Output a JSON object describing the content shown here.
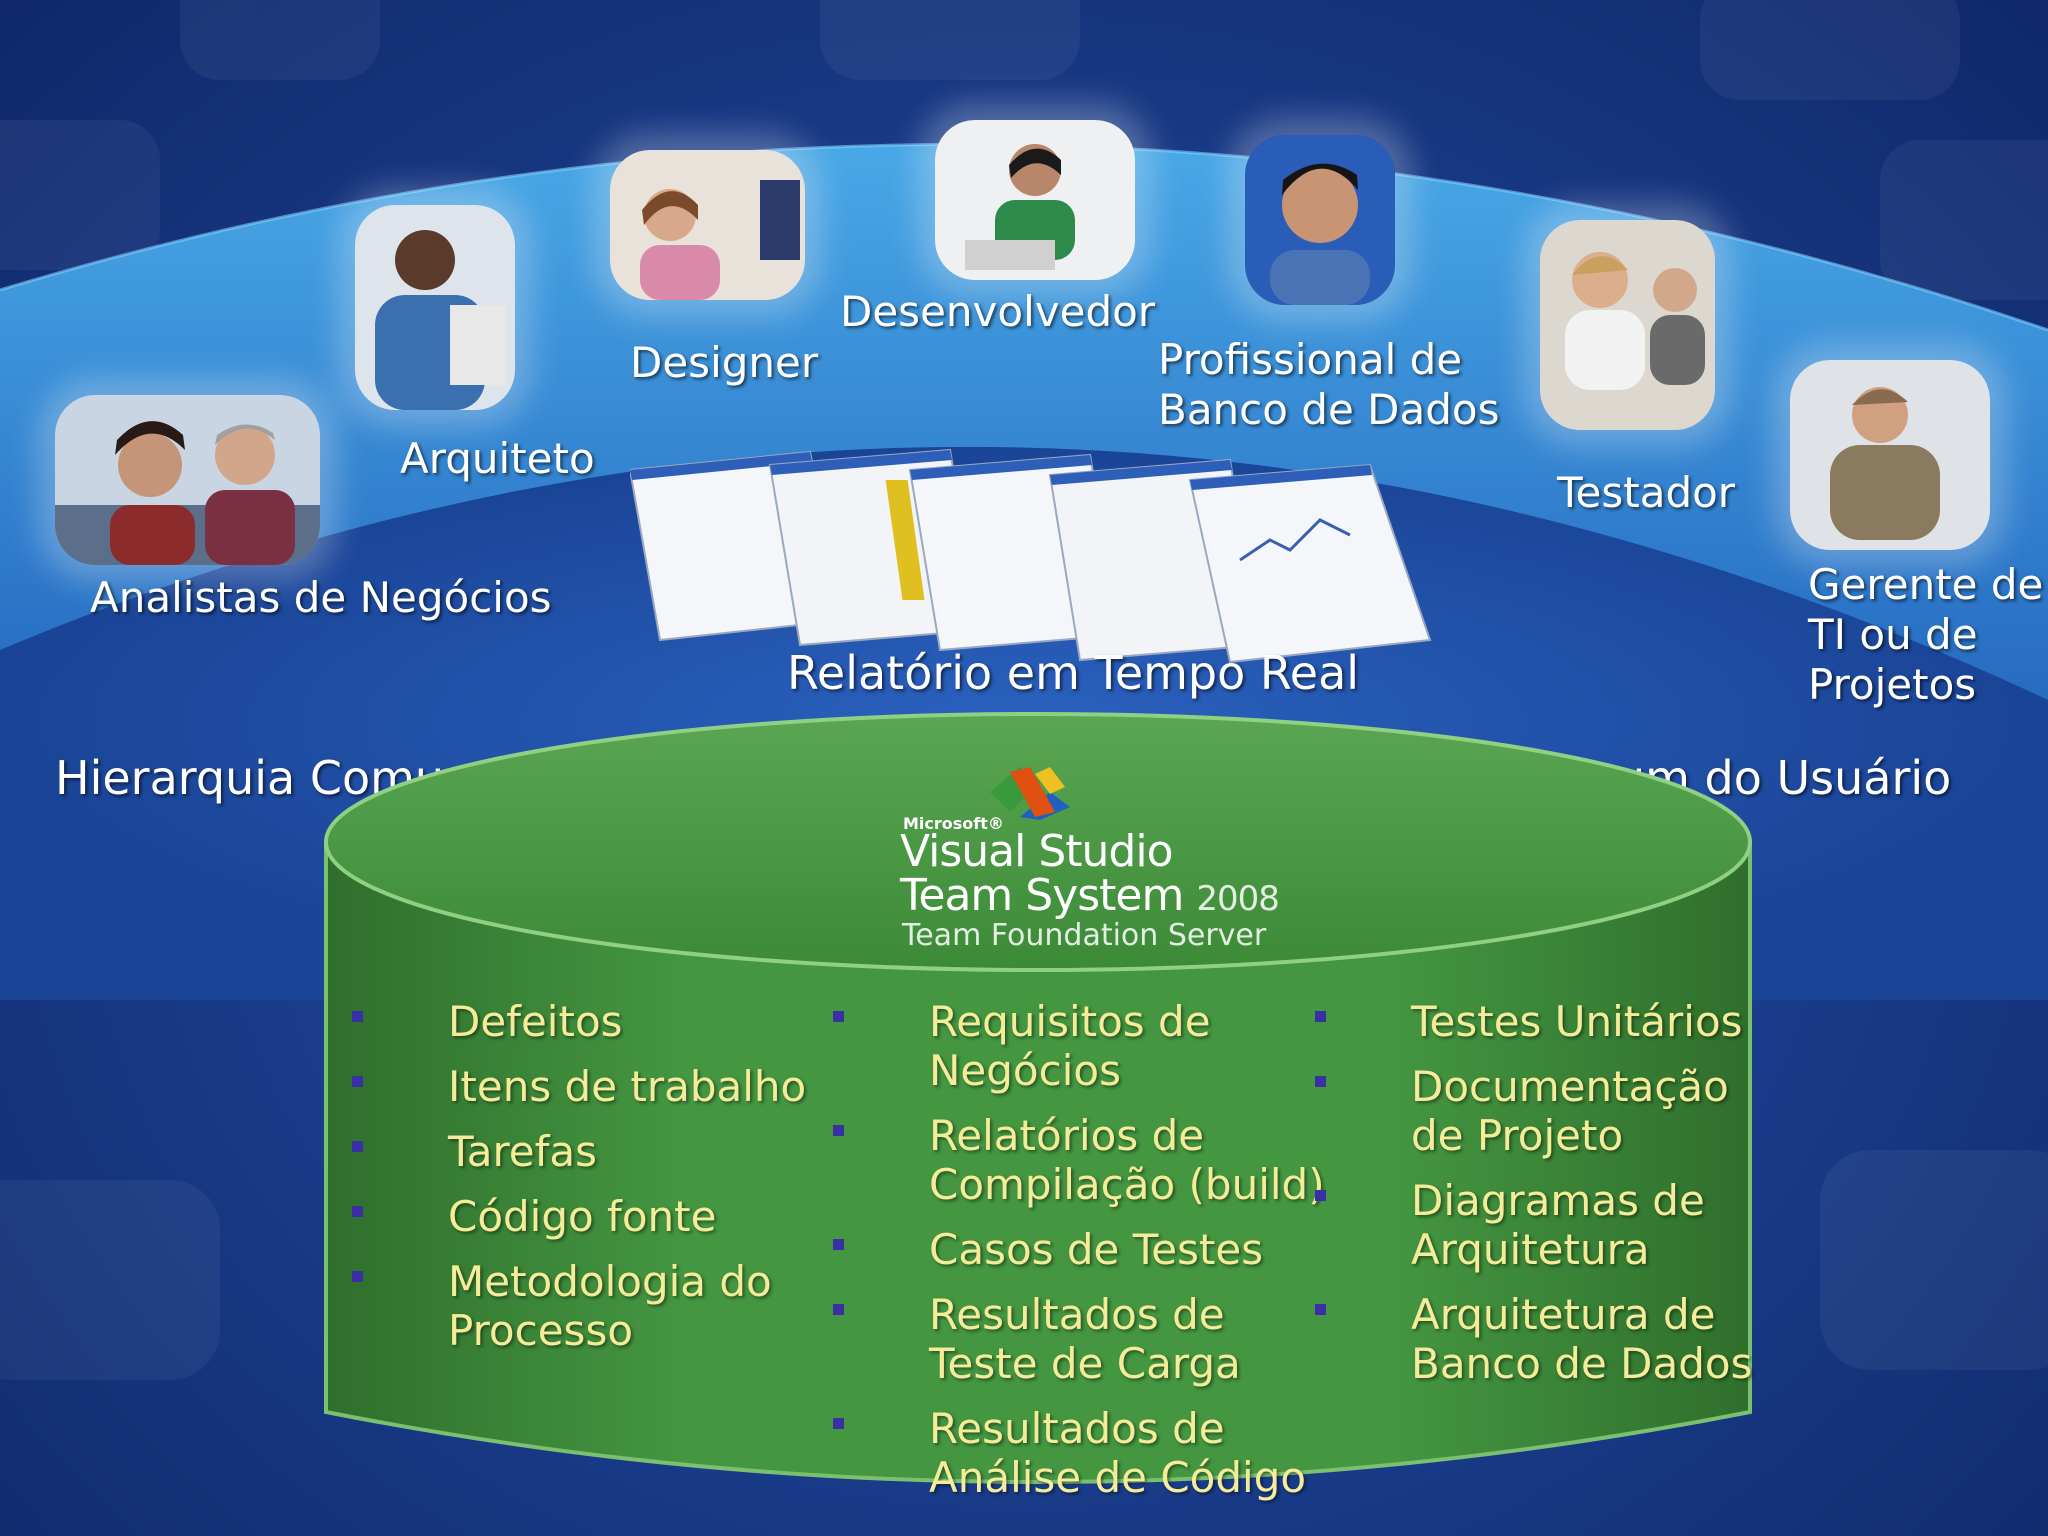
{
  "roles": [
    {
      "id": "analistas",
      "label": "Analistas de Negócios"
    },
    {
      "id": "arquiteto",
      "label": "Arquiteto"
    },
    {
      "id": "designer",
      "label": "Designer"
    },
    {
      "id": "desenvolvedor",
      "label": "Desenvolvedor"
    },
    {
      "id": "profissional",
      "label": [
        "Profissional de",
        "Banco de Dados"
      ]
    },
    {
      "id": "testador",
      "label": "Testador"
    },
    {
      "id": "gerente",
      "label": [
        "Gerente de",
        "TI ou de",
        "Projetos"
      ]
    }
  ],
  "report_label": "Relatório em Tempo Real",
  "left_heading": "Hierarquia Comum do Projeto",
  "right_heading": "Modelo Comum do Usuário",
  "logo": {
    "microsoft": "Microsoft®",
    "line1": "Visual Studio",
    "line2": "Team System",
    "year": "2008",
    "line3": "Team Foundation Server"
  },
  "columns": [
    [
      [
        "Defeitos"
      ],
      [
        "Itens de trabalho"
      ],
      [
        "Tarefas"
      ],
      [
        "Código fonte"
      ],
      [
        "Metodologia do",
        "Processo"
      ]
    ],
    [
      [
        "Requisitos de",
        "Negócios"
      ],
      [
        "Relatórios de",
        "Compilação (build)"
      ],
      [
        "Casos de Testes"
      ],
      [
        "Resultados  de",
        "Teste de Carga"
      ],
      [
        "Resultados  de",
        "Análise de Código"
      ]
    ],
    [
      [
        "Testes Unitários"
      ],
      [
        "Documentação",
        "de Projeto"
      ],
      [
        "Diagramas de",
        "Arquitetura"
      ],
      [
        "Arquitetura de",
        "Banco de Dados"
      ]
    ]
  ],
  "colors": {
    "item_text": "#f5ec9a",
    "bullet": "#3b2fa8",
    "cylinder": "#3f8f3a"
  }
}
